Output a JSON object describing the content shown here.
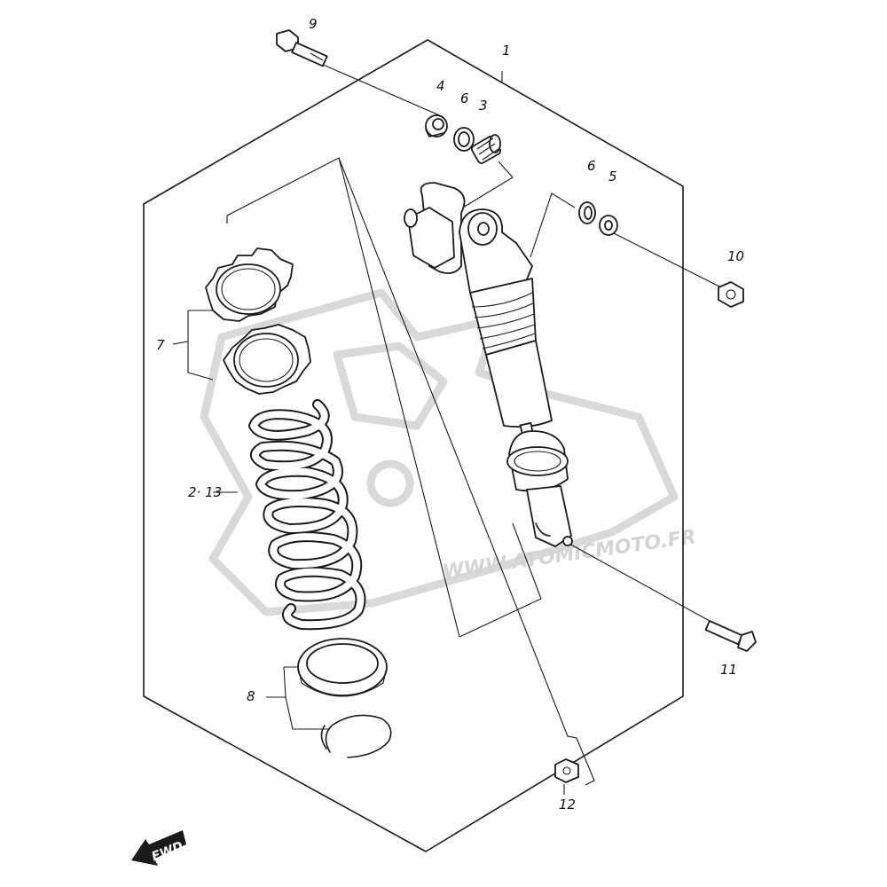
{
  "diagram": {
    "callouts": {
      "c1": "1",
      "c2_13": "2· 13",
      "c3": "3",
      "c4": "4",
      "c5": "5",
      "c6a": "6",
      "c6b": "6",
      "c7": "7",
      "c8": "8",
      "c9": "9",
      "c10": "10",
      "c11": "11",
      "c12": "12"
    },
    "watermark": {
      "url": "WWW.ATOMICMOTO.FR"
    },
    "fwd_label": "FWD"
  }
}
